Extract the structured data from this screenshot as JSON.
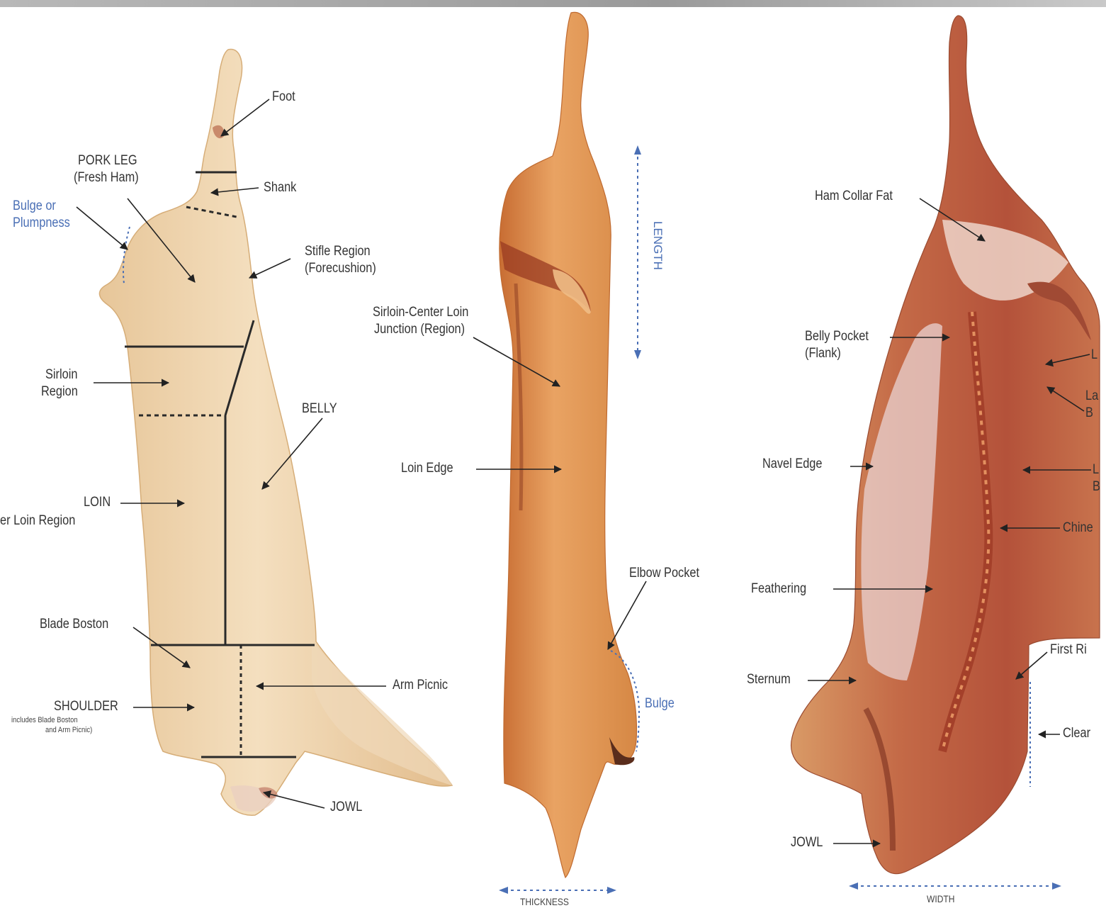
{
  "left_view": {
    "foot": "Foot",
    "pork_leg_title": "PORK LEG",
    "pork_leg_sub": "(Fresh Ham)",
    "shank": "Shank",
    "bulge_1": "Bulge or",
    "bulge_2": "Plumpness",
    "stifle_1": "Stifle Region",
    "stifle_2": "(Forecushion)",
    "sirloin_1": "Sirloin",
    "sirloin_2": "Region",
    "belly": "BELLY",
    "loin": "LOIN",
    "center_loin": "er Loin Region",
    "blade_boston": "Blade Boston",
    "shoulder": "SHOULDER",
    "shoulder_note_1": "includes Blade Boston",
    "shoulder_note_2": "and Arm Picnic)",
    "arm_picnic": "Arm Picnic",
    "jowl": "JOWL"
  },
  "middle_view": {
    "length": "LENGTH",
    "sirloin_junction_1": "Sirloin-Center Loin",
    "sirloin_junction_2": "Junction (Region)",
    "loin_edge": "Loin Edge",
    "elbow_pocket": "Elbow Pocket",
    "bulge": "Bulge",
    "thickness": "THICKNESS"
  },
  "right_view": {
    "ham_collar_fat": "Ham Collar Fat",
    "belly_pocket_1": "Belly Pocket",
    "belly_pocket_2": "(Flank)",
    "l_1": "L",
    "la_1": "La",
    "b_1": "B",
    "navel_edge": "Navel Edge",
    "l_2": "L",
    "b_2": "B",
    "chine": "Chine",
    "feathering": "Feathering",
    "first_rib": "First Ri",
    "sternum": "Sternum",
    "clear": "Clear",
    "jowl": "JOWL",
    "width": "WIDTH"
  },
  "colors": {
    "label_text": "#333333",
    "dimension_blue": "#4a6fb5",
    "fat_light": "#efd5ae",
    "fat_orange": "#e3a262",
    "lean_red": "#b5533a",
    "cut_line": "#2a2a2a"
  }
}
